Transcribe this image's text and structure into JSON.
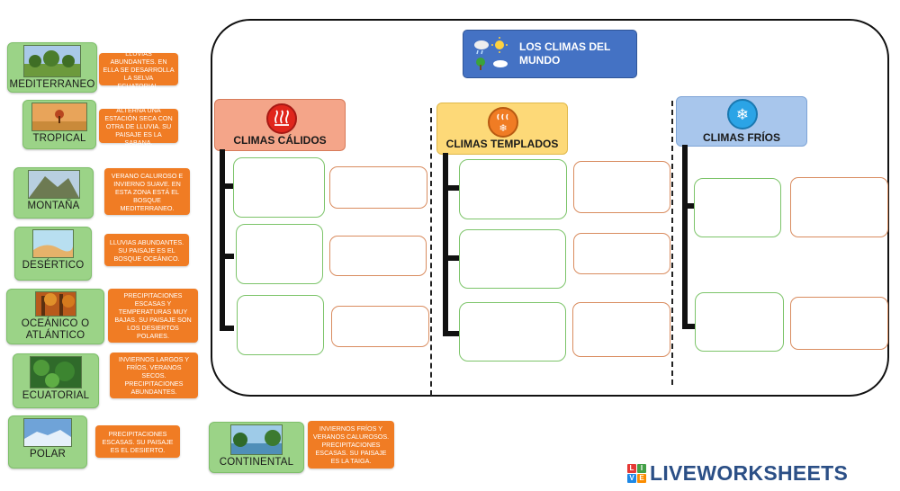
{
  "title": "LOS CLIMAS DEL MUNDO",
  "cards": [
    {
      "key": "mediterraneo",
      "label": "MEDITERRANEO"
    },
    {
      "key": "tropical",
      "label": "TROPICAL"
    },
    {
      "key": "montana",
      "label": "MONTAÑA"
    },
    {
      "key": "desertico",
      "label": "DESÉRTICO"
    },
    {
      "key": "oceanico",
      "label": "OCEÁNICO O ATLÁNTICO"
    },
    {
      "key": "ecuatorial",
      "label": "ECUATORIAL"
    },
    {
      "key": "polar",
      "label": "POLAR"
    },
    {
      "key": "continental",
      "label": "CONTINENTAL"
    }
  ],
  "descriptions": [
    "LLUVIAS ABUNDANTES. EN ELLA SE DESARROLLA LA SELVA ECUATORIAL.",
    "ALTERNA UNA ESTACIÓN SECA CON OTRA DE LLUVIA. SU PAISAJE ES LA SABANA.",
    "VERANO CALUROSO E INVIERNO SUAVE. EN ESTA ZONA ESTÁ EL BOSQUE MEDITERRANEO.",
    "LLUVIAS ABUNDANTES. SU PAISAJE ES EL BOSQUE OCEÁNICO.",
    "PRECIPITACIONES ESCASAS Y TEMPERATURAS MUY BAJAS. SU PAISAJE SON LOS DESIERTOS POLARES.",
    "INVIERNOS LARGOS Y FRÍOS. VERANOS SECOS. PRECIPITACIONES ABUNDANTES.",
    "PRECIPITACIONES ESCASAS. SU PAISAJE ES EL DESIERTO.",
    "INVIERNOS FRÍOS Y VERANOS CALUROSOS. PRECIPITACIONES ESCASAS. SU PAISAJE ES LA TAIGA."
  ],
  "groups": {
    "calidos": "CLIMAS CÁLIDOS",
    "templados": "CLIMAS TEMPLADOS",
    "frios": "CLIMAS FRÍOS"
  },
  "icons": {
    "title": "weather-icons",
    "calidos": "heat-icon",
    "templados": "heat-snow-icon",
    "frios": "snowflake-icon"
  },
  "colors": {
    "card_green": "#9bd387",
    "desc_orange": "#f07c24",
    "title_blue": "#4472c4",
    "calidos": "#f4a589",
    "templados": "#fdd978",
    "frios": "#a8c6ec"
  },
  "brand": {
    "grid": [
      "L",
      "I",
      "V",
      "E"
    ],
    "name": "LIVEWORKSHEETS"
  }
}
